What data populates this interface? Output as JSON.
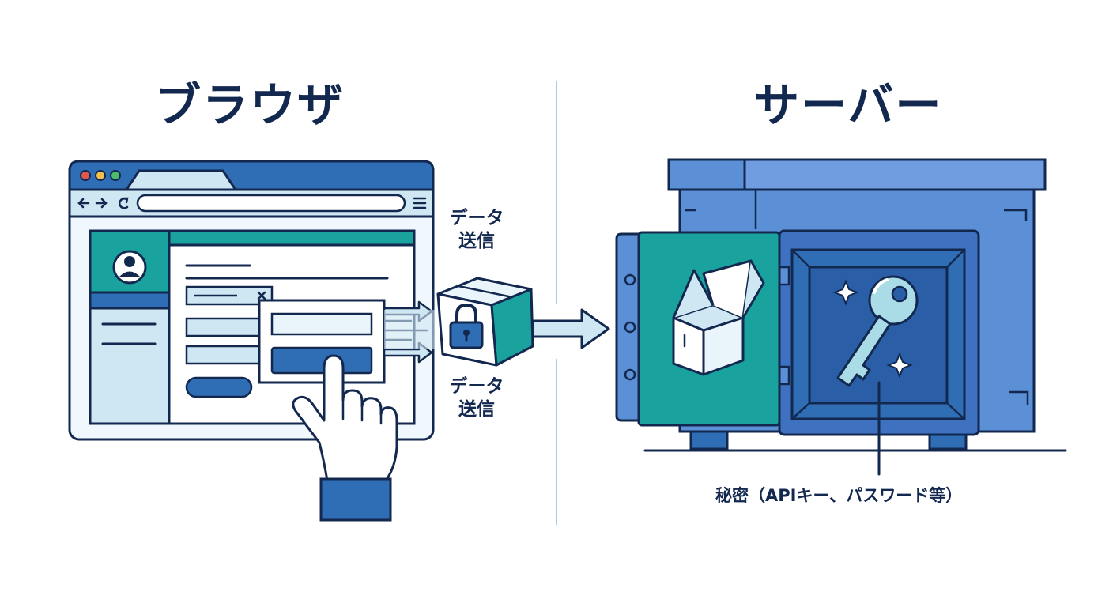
{
  "left_title": "ブラウザ",
  "right_title": "サーバー",
  "labels": {
    "transmit_top": "データ送信",
    "transmit_bottom": "データ送信",
    "secret": "秘密（APIキー、パスワード等）"
  },
  "colors": {
    "navy": "#13284f",
    "blue": "#2f6eb5",
    "light_blue": "#cfe6f3",
    "pale_blue": "#e9f4fb",
    "teal": "#1aa39e",
    "safe_blue": "#5b8fd6"
  },
  "icons": [
    "browser-window-icon",
    "back-arrow-icon",
    "forward-arrow-icon",
    "reload-icon",
    "menu-icon",
    "user-avatar-icon",
    "pointing-hand-icon",
    "padlock-icon",
    "package-box-icon",
    "open-box-icon",
    "key-icon",
    "sparkle-icon",
    "safe-icon"
  ]
}
